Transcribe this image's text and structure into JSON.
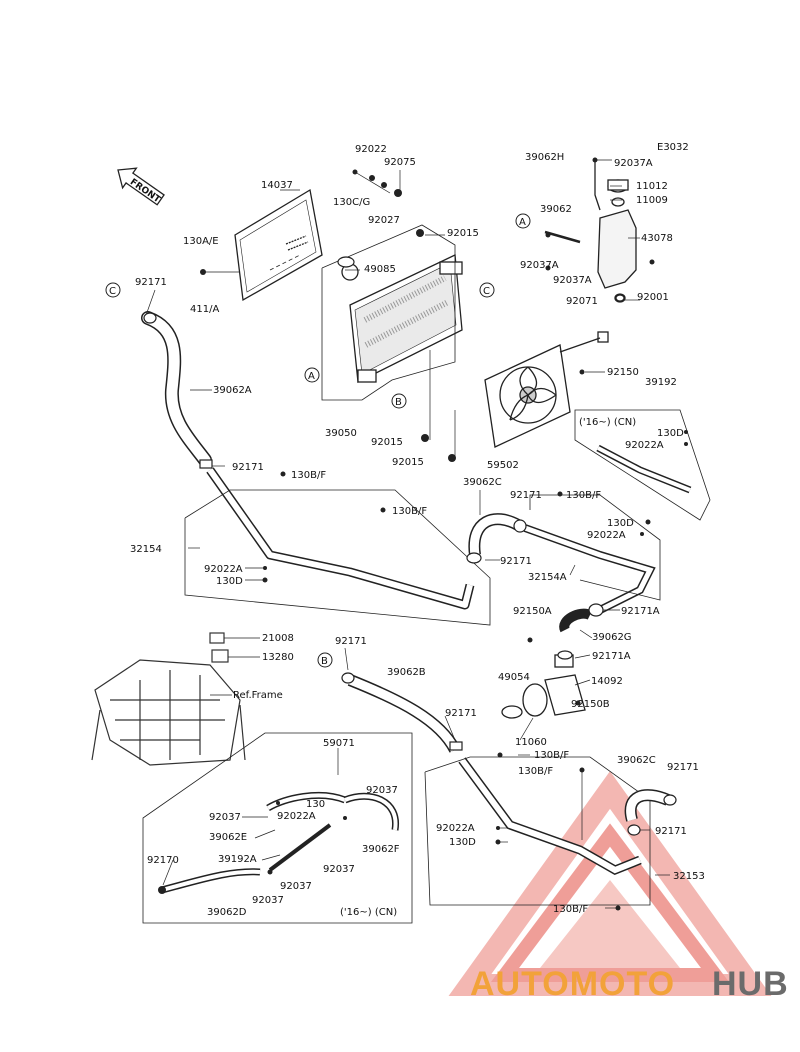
{
  "diagram": {
    "code": "E3032",
    "front_label": "FRONT",
    "ref_frame": "Ref.Frame",
    "note_cn_1": "('16~) (CN)",
    "note_cn_2": "('16~) (CN)"
  },
  "watermark": {
    "part1": "AUTOMOTO",
    "part2": "HUB",
    "color_orange": "#f2a23a",
    "color_red": "#e5423a",
    "color_gray": "#6b6b6b"
  },
  "callouts": {
    "A": "A",
    "B": "B",
    "C": "C"
  },
  "labels": {
    "p92022": "92022",
    "p92075": "92075",
    "p130CG": "130C/G",
    "p92027": "92027",
    "p14037": "14037",
    "p130AE": "130A/E",
    "p411A": "411/A",
    "p92015a": "92015",
    "p49085": "49085",
    "p92171a": "92171",
    "p39062A": "39062A",
    "p39050": "39050",
    "p92015b": "92015",
    "p92015c": "92015",
    "p39062H": "39062H",
    "p92037Aa": "92037A",
    "p11012": "11012",
    "p11009": "11009",
    "p39062": "39062",
    "p43078": "43078",
    "p92037Ab": "92037A",
    "p92037Ac": "92037A",
    "p92001": "92001",
    "p92071": "92071",
    "p92150": "92150",
    "p39192": "39192",
    "p130Da": "130D",
    "p92022Aa": "92022A",
    "p59502": "59502",
    "p92171b": "92171",
    "p130BFa": "130B/F",
    "p130BFb": "130B/F",
    "p39062C": "39062C",
    "p92171c": "92171",
    "p130BFc": "130B/F",
    "p130Db": "130D",
    "p92022Ab": "92022A",
    "p32154": "32154",
    "p92022Ac": "92022A",
    "p130Dc": "130D",
    "p92171d": "92171",
    "p32154A": "32154A",
    "p92171A": "92171A",
    "p92150A": "92150A",
    "p39062G": "39062G",
    "p92171Ab": "92171A",
    "p21008": "21008",
    "p13280": "13280",
    "p92171e": "92171",
    "p39062B": "39062B",
    "p49054": "49054",
    "p14092": "14092",
    "p11060": "11060",
    "p92150B": "92150B",
    "p92171f": "92171",
    "p130BFd": "130B/F",
    "p130BFe": "130B/F",
    "p39062Cb": "39062C",
    "p92171g": "92171",
    "p59071": "59071",
    "p92037a": "92037",
    "p130": "130",
    "p92037b": "92037",
    "p92022Ad": "92022A",
    "p39062E": "39062E",
    "p39062F": "39062F",
    "p39192A": "39192A",
    "p92037c": "92037",
    "p92170": "92170",
    "p92037d": "92037",
    "p92037e": "92037",
    "p39062D": "39062D",
    "p92022Ae": "92022A",
    "p130Dd": "130D",
    "p92171h": "92171",
    "p32153": "32153",
    "p130BFf": "130B/F"
  }
}
